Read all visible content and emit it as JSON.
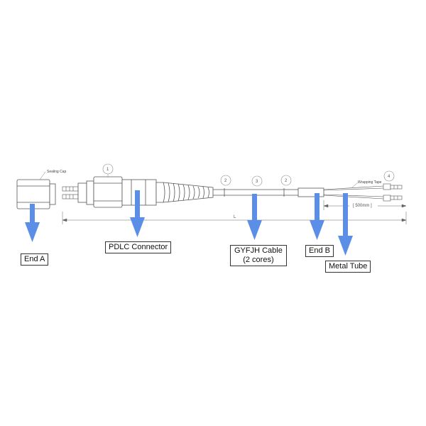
{
  "callouts": {
    "end_a": "End A",
    "pdlc_connector": "PDLC Connector",
    "gyfjh_cable_line1": "GYFJH Cable",
    "gyfjh_cable_line2": "(2 cores)",
    "end_b": "End B",
    "metal_tube": "Metal Tube"
  },
  "drawing_notes": {
    "sealing_cap": "Sealing Cap",
    "wrapping_tape": "Wrapping Tape",
    "length_symbol": "L",
    "breakout_length": "500mm"
  },
  "part_numbers": {
    "p1": "1",
    "p2a": "2",
    "p3": "3",
    "p2b": "2",
    "p4": "4"
  },
  "colors": {
    "arrow": "#5b8ee6",
    "line": "#555555"
  }
}
